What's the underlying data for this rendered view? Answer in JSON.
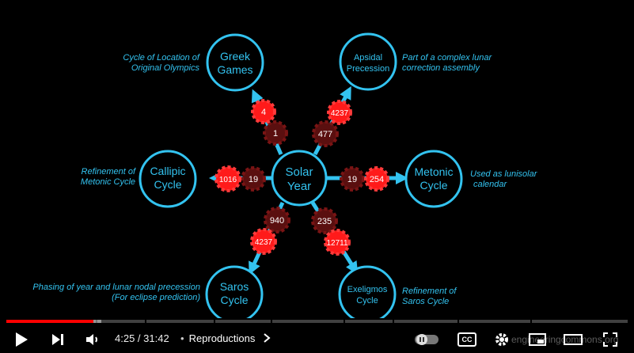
{
  "diagram": {
    "center": {
      "line1": "Solar",
      "line2": "Year"
    },
    "nodes": {
      "greek": {
        "line1": "Greek",
        "line2": "Games"
      },
      "apsidal": {
        "line1": "Apsidal",
        "line2": "Precession"
      },
      "metonic": {
        "line1": "Metonic",
        "line2": "Cycle"
      },
      "exeligmos": {
        "line1": "Exeligmos",
        "line2": "Cycle"
      },
      "saros": {
        "line1": "Saros",
        "line2": "Cycle"
      },
      "callipic": {
        "line1": "Callipic",
        "line2": "Cycle"
      }
    },
    "gears": {
      "greek_outer": "4",
      "greek_inner": "1",
      "apsidal_outer": "4237",
      "apsidal_inner": "477",
      "metonic_outer": "254",
      "metonic_inner": "19",
      "exeligmos_outer": "12711",
      "exeligmos_inner": "235",
      "saros_outer": "4237",
      "saros_inner": "940",
      "callipic_outer": "1016",
      "callipic_inner": "19"
    },
    "notes": {
      "greek": {
        "line1": "Cycle of Location of",
        "line2": "Original Olympics"
      },
      "apsidal": {
        "line1": "Part of a complex lunar",
        "line2": "correction assembly"
      },
      "metonic": {
        "line1": "Used as lunisolar",
        "line2": "calendar"
      },
      "exeligmos": {
        "line1": "Refinement  of",
        "line2": "Saros Cycle"
      },
      "saros": {
        "line1": "Phasing of year and lunar nodal precession",
        "line2": "(For eclipse prediction)"
      },
      "callipic": {
        "line1": "Refinement of",
        "line2": "Metonic Cycle"
      }
    },
    "colors": {
      "accent": "#33c3f0",
      "gear_red": "#ff1a1a",
      "gear_dark": "#5a0f0f"
    }
  },
  "player": {
    "time_current": "4:25",
    "time_separator": " / ",
    "time_total": "31:42",
    "chapter_bullet": "•",
    "chapter_title": "Reproductions",
    "watermark": "engineeringcommons.org",
    "progress_played": 0.14,
    "icons": [
      "play-icon",
      "next-icon",
      "volume-icon",
      "autoplay-toggle",
      "captions-icon",
      "settings-icon",
      "miniplayer-icon",
      "theater-icon",
      "fullscreen-icon"
    ],
    "cc_label": "CC",
    "colors": {
      "played": "#ff0000"
    }
  }
}
